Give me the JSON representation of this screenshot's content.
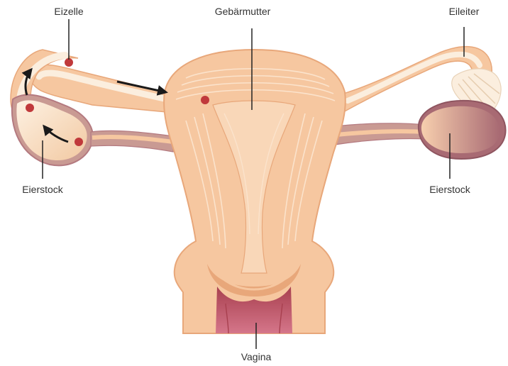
{
  "labels": {
    "egg_cell": "Eizelle",
    "uterus": "Gebärmutter",
    "fallopian_tube": "Eileiter",
    "ovary_left": "Eierstock",
    "ovary_right": "Eierstock",
    "vagina": "Vagina"
  },
  "colors": {
    "background": "#ffffff",
    "tissue": "#f6c7a0",
    "tissue_outline": "#e8a77a",
    "muscle_lines": "#fbe3cc",
    "tube_light": "#fbeede",
    "ovary_outline": "#b47a80",
    "ovary_shade": "#c99a93",
    "vagina_canal": "#c45a6a",
    "egg": "#c0393b",
    "arrow": "#1a1a1a",
    "leader_line": "#222222",
    "label_text": "#333333"
  }
}
